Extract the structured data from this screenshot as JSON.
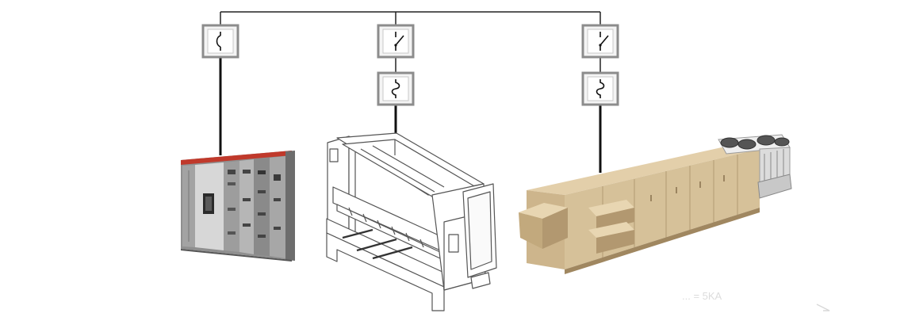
{
  "diagram": {
    "colors": {
      "background": "#ffffff",
      "wire": "#111111",
      "device_frame": "#8c8c8c",
      "device_face": "#eeeeee",
      "switchboard_body": "#9a9a9a",
      "switchboard_trim": "#c0392b",
      "press_brake_line": "#555555",
      "hvac_body": "#d9c4a0",
      "hvac_shadow": "#b39a73"
    },
    "devices": [
      {
        "id": "breaker-left",
        "type": "circuit-breaker"
      },
      {
        "id": "switch-middle",
        "type": "disconnect-switch"
      },
      {
        "id": "breaker-middle",
        "type": "circuit-breaker"
      },
      {
        "id": "switch-right",
        "type": "disconnect-switch"
      },
      {
        "id": "breaker-right",
        "type": "circuit-breaker"
      }
    ],
    "loads": [
      {
        "id": "switchboard",
        "icon": "electrical-switchboard"
      },
      {
        "id": "press-brake",
        "icon": "press-brake-machine"
      },
      {
        "id": "rooftop-hvac",
        "icon": "rooftop-hvac-unit"
      }
    ],
    "faint_text": "... = 5KA"
  }
}
